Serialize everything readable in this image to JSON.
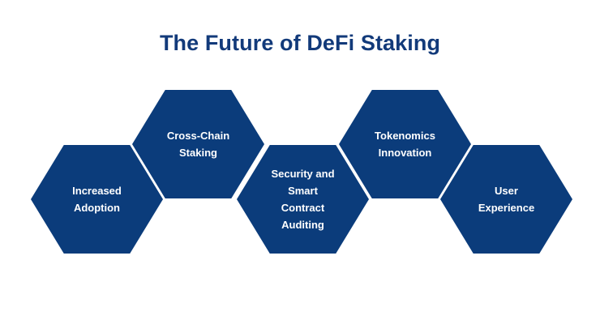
{
  "slide": {
    "title": "The Future of DeFi Staking",
    "background_color": "#ffffff",
    "title_color": "#123a7a",
    "hex_fill_color": "#0b3c7b",
    "hex_text_color": "#ffffff"
  },
  "hexagons": [
    {
      "label": "Increased\nAdoption",
      "position": "low"
    },
    {
      "label": "Cross-Chain\nStaking",
      "position": "high"
    },
    {
      "label": "Security and\nSmart\nContract\nAuditing",
      "position": "low"
    },
    {
      "label": "Tokenomics\nInnovation",
      "position": "high"
    },
    {
      "label": "User\nExperience",
      "position": "low"
    }
  ]
}
